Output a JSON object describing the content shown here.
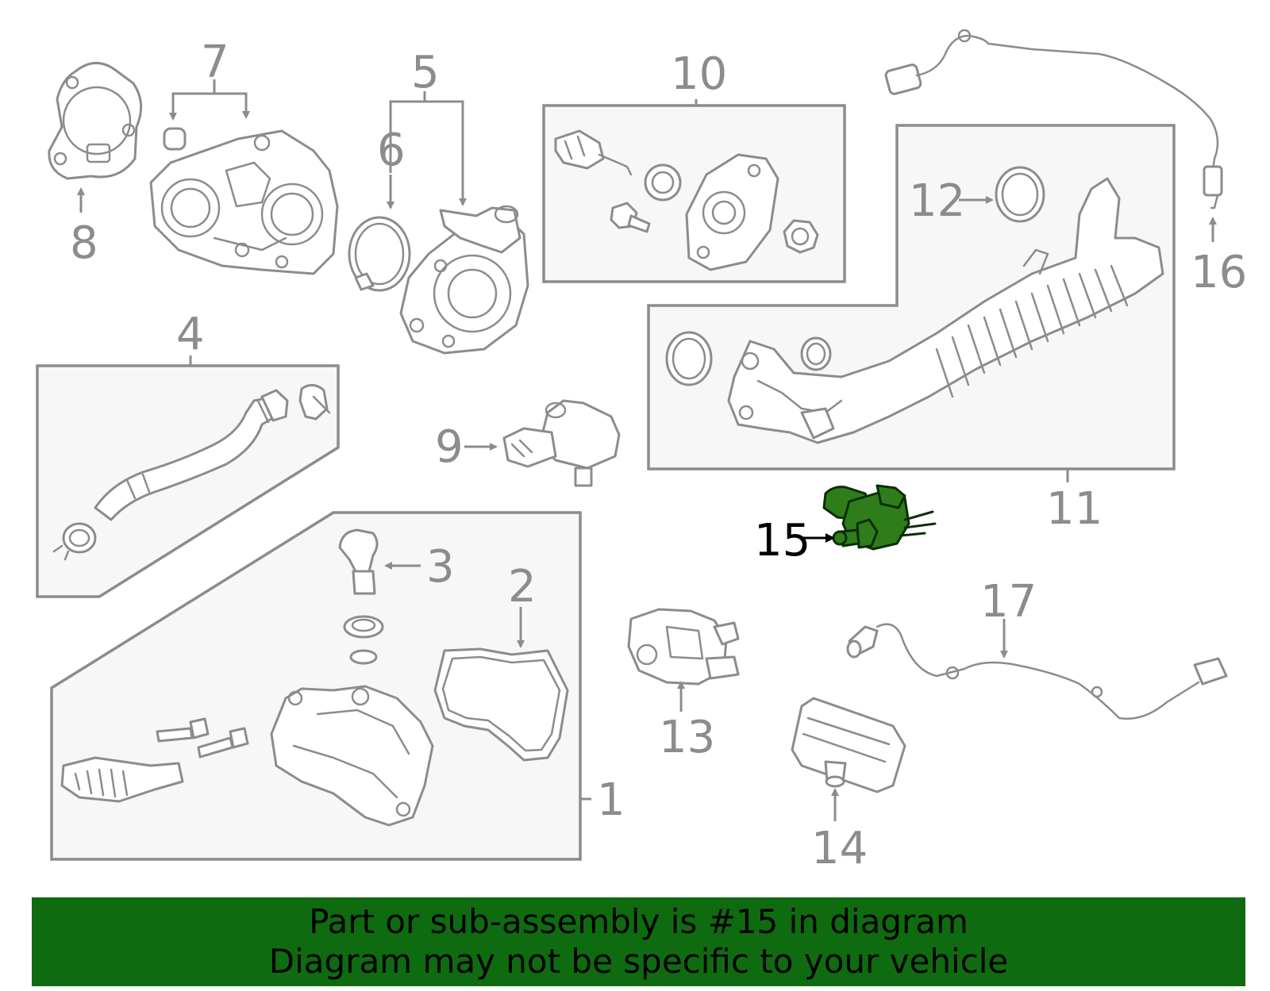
{
  "callouts": {
    "c1": "1",
    "c2": "2",
    "c3": "3",
    "c4": "4",
    "c5": "5",
    "c6": "6",
    "c7": "7",
    "c8": "8",
    "c9": "9",
    "c10": "10",
    "c11": "11",
    "c12": "12",
    "c13": "13",
    "c14": "14",
    "c15": "15",
    "c16": "16",
    "c17": "17"
  },
  "highlighted_part": "15",
  "colors": {
    "highlight": "#2e7d1a",
    "footer_bg": "#0f6b0f",
    "line": "#8c8c8c"
  },
  "footer": {
    "line1": "Part or sub-assembly is #15 in diagram",
    "line2": "Diagram may not be specific to your vehicle"
  }
}
